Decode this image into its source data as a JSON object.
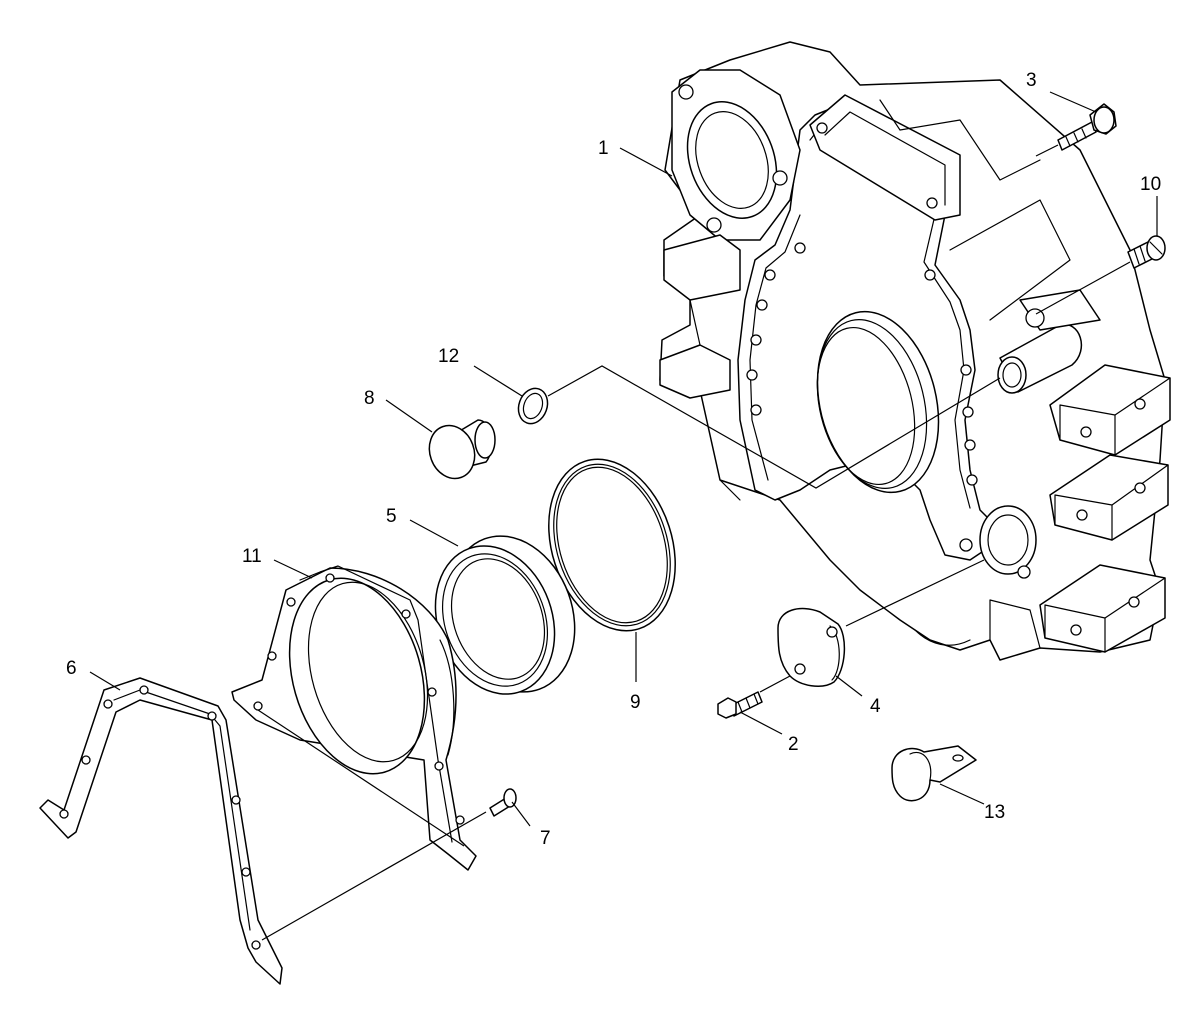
{
  "callouts": [
    {
      "id": "1",
      "label": "1"
    },
    {
      "id": "2",
      "label": "2"
    },
    {
      "id": "3",
      "label": "3"
    },
    {
      "id": "4",
      "label": "4"
    },
    {
      "id": "5",
      "label": "5"
    },
    {
      "id": "6",
      "label": "6"
    },
    {
      "id": "7",
      "label": "7"
    },
    {
      "id": "8",
      "label": "8"
    },
    {
      "id": "9",
      "label": "9"
    },
    {
      "id": "10",
      "label": "10"
    },
    {
      "id": "11",
      "label": "11"
    },
    {
      "id": "12",
      "label": "12"
    },
    {
      "id": "13",
      "label": "13"
    }
  ],
  "line_color": "#000000",
  "background": "#ffffff"
}
